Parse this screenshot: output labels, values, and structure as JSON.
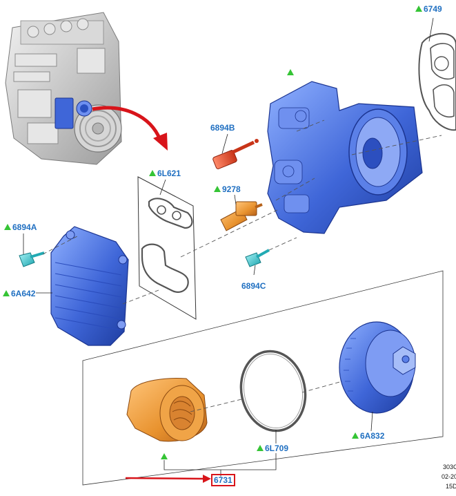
{
  "parts": {
    "p6749": {
      "label": "6749"
    },
    "p6894B": {
      "label": "6894B"
    },
    "p6L621": {
      "label": "6L621"
    },
    "p9278": {
      "label": "9278"
    },
    "p6894A": {
      "label": "6894A"
    },
    "p6A642": {
      "label": "6A642"
    },
    "p6894C": {
      "label": "6894C"
    },
    "p6L709": {
      "label": "6L709"
    },
    "p6A832": {
      "label": "6A832"
    },
    "p6731": {
      "label": "6731"
    }
  },
  "corner_ref": {
    "line1": "303C",
    "line2": "02-20",
    "line3": "15D"
  },
  "colors": {
    "label_blue": "#1f6fc1",
    "marker_green": "#35c435",
    "highlight_red": "#d8141a",
    "part_blue": "#3f66d8",
    "part_orange": "#e8922e",
    "part_cyan": "#2ec5d0"
  }
}
